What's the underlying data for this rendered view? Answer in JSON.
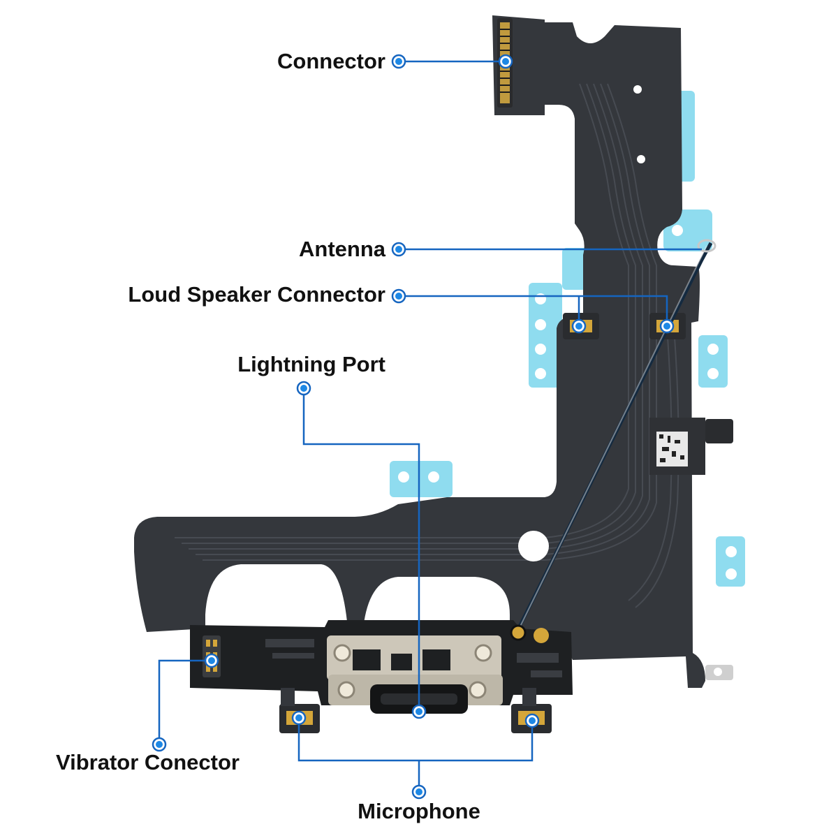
{
  "labels": {
    "connector": "Connector",
    "antenna": "Antenna",
    "loud_speaker_connector": "Loud Speaker Connector",
    "lightning_port": "Lightning Port",
    "vibrator_connector": "Vibrator Conector",
    "microphone": "Microphone"
  },
  "colors": {
    "callout": "#1565c0",
    "callout_dot": "#1e88e5",
    "flex_cable": "#34373c",
    "flex_trace": "#474b52",
    "adhesive": "#8fdcef",
    "board": "#1e2022",
    "metal": "#cdc7b9",
    "contact_gold": "#d4a63a"
  }
}
